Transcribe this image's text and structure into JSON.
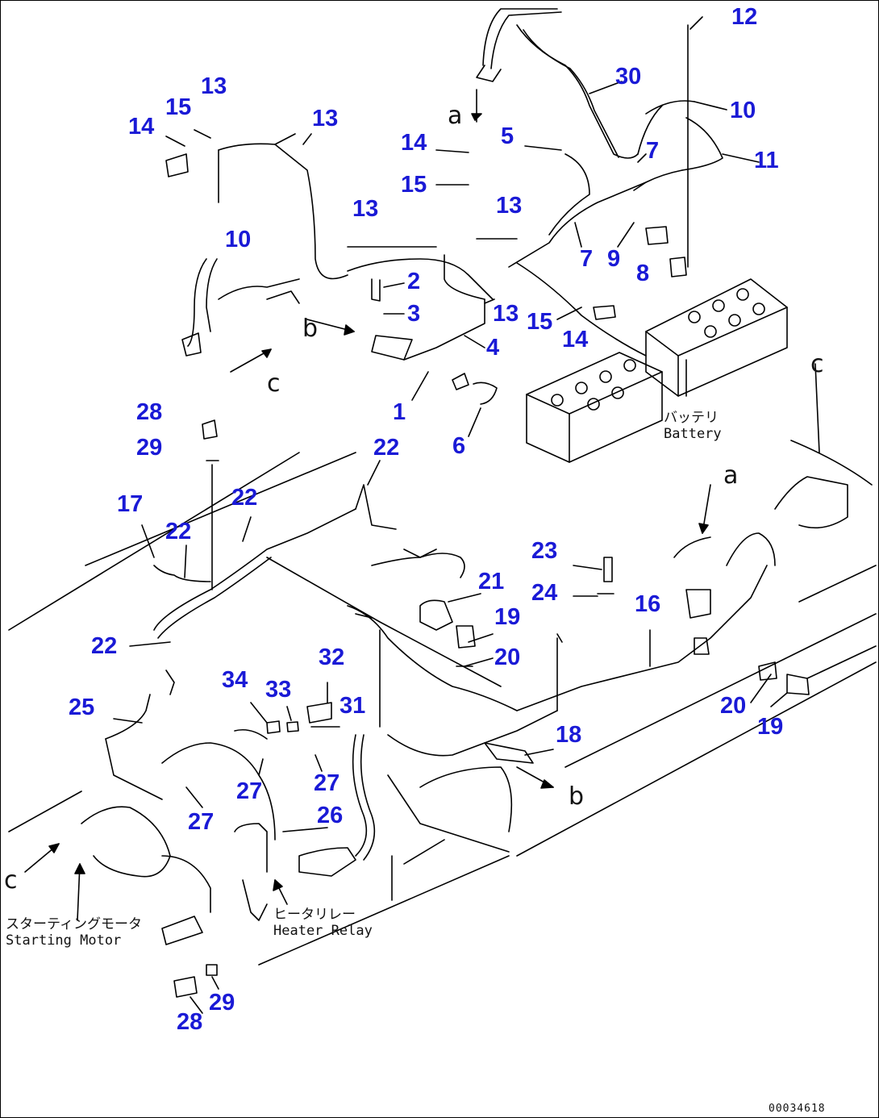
{
  "callouts": [
    "12",
    "30",
    "13",
    "15",
    "14",
    "13",
    "10",
    "a",
    "14",
    "5",
    "7",
    "11",
    "15",
    "13",
    "13",
    "10",
    "7",
    "9",
    "2",
    "8",
    "3",
    "13",
    "15",
    "4",
    "14",
    "b",
    "1",
    "6",
    "28",
    "22",
    "29",
    "17",
    "22",
    "22",
    "23",
    "21",
    "24",
    "16",
    "19",
    "22",
    "20",
    "32",
    "34",
    "33",
    "31",
    "25",
    "20",
    "19",
    "18",
    "27",
    "27",
    "27",
    "26",
    "29",
    "28"
  ],
  "letters": [
    "a",
    "b",
    "c",
    "b",
    "c",
    "a",
    "c"
  ],
  "notes": {
    "battery": "バッテリ\nBattery",
    "heater_relay": "ヒータリレー\nHeater Relay",
    "starting_motor": "スターティングモータ\nStarting Motor"
  },
  "doc_number": "00034618",
  "colors": {
    "callout": "#1a1ad6",
    "line": "#000000"
  }
}
